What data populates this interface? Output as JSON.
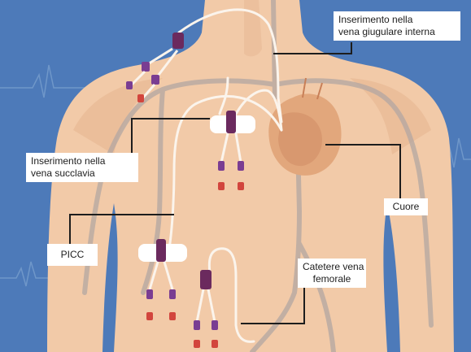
{
  "labels": {
    "giugulare": [
      "Inserimento nella",
      "vena giugulare interna"
    ],
    "succlavia": [
      "Inserimento nella",
      "vena succlavia"
    ],
    "picc": [
      "PICC"
    ],
    "cuore": [
      "Cuore"
    ],
    "femorale": [
      "Catetere vena",
      "femorale"
    ]
  },
  "colors": {
    "background": "#4d7ab9",
    "ecg_line": "#6f97c9",
    "skin": "#f2caa8",
    "skin_shadow": "#e6b691",
    "vessel": "#b3a7a2",
    "catheter": "#fbf4ec",
    "heart": "#e2a77c",
    "hub": "#6b2a5e",
    "cap_purple": "#7a3d92",
    "cap_red": "#d2453d",
    "leader": "#1d1d1d"
  }
}
